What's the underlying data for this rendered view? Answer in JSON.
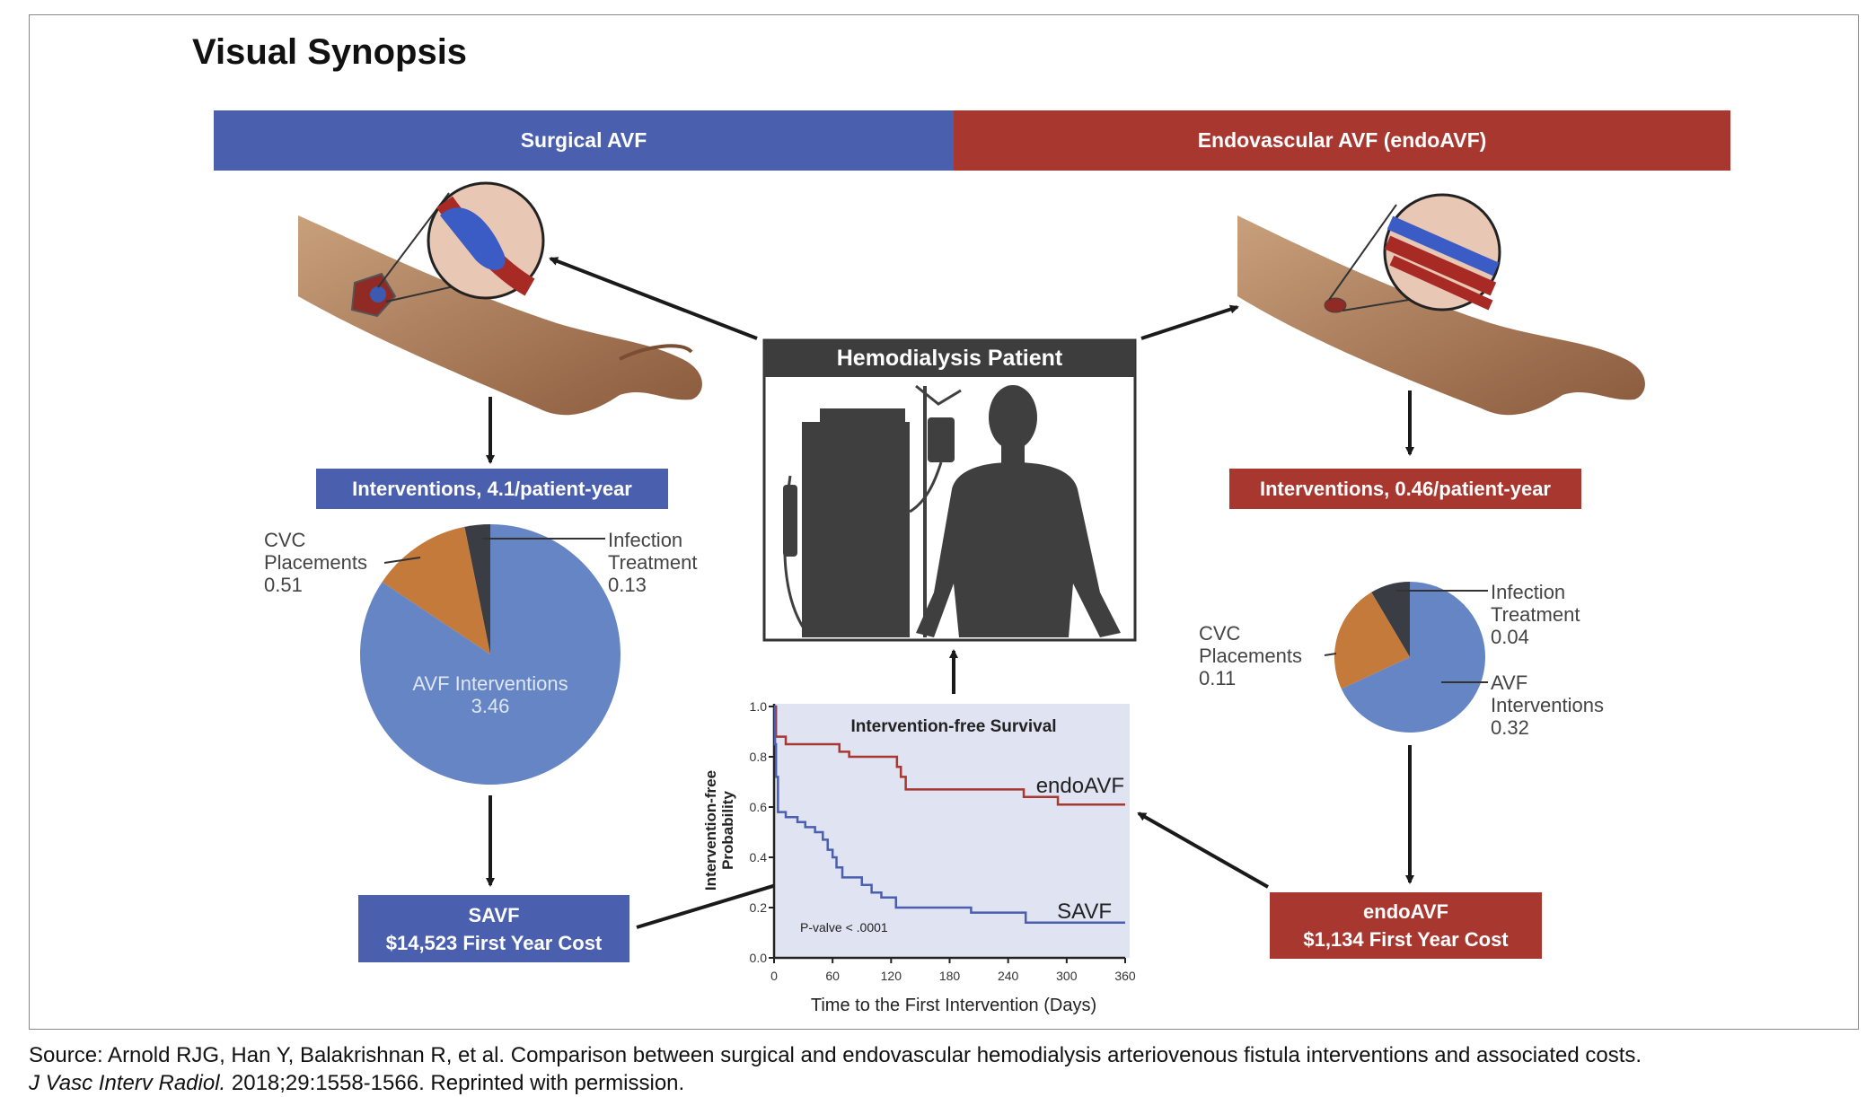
{
  "title": "Visual Synopsis",
  "header": {
    "left": "Surgical AVF",
    "right": "Endovascular AVF (endoAVF)"
  },
  "center": {
    "title": "Hemodialysis Patient"
  },
  "left": {
    "interventions": "Interventions, 4.1/patient-year",
    "cost_title": "SAVF",
    "cost": "$14,523 First Year Cost"
  },
  "right": {
    "interventions": "Interventions, 0.46/patient-year",
    "cost_title": "endoAVF",
    "cost": "$1,134 First Year Cost"
  },
  "colors": {
    "surgical": "#4a5fad",
    "endo": "#a8382f",
    "pie_avf": "#6585c4",
    "pie_cvc": "#c47a3a",
    "pie_infection": "#3a3d44",
    "km_bg": "#dfe3f2"
  },
  "chart_data": [
    {
      "type": "pie",
      "slices": [
        {
          "label_lines": [
            "Infection",
            "Treatment",
            "0.13"
          ],
          "value": 0.13
        },
        {
          "label_lines": [
            "CVC",
            "Placements",
            "0.51"
          ],
          "value": 0.51
        },
        {
          "label_lines": [
            "AVF Interventions",
            "3.46"
          ],
          "value": 3.46
        }
      ]
    },
    {
      "type": "pie",
      "slices": [
        {
          "label_lines": [
            "Infection",
            "Treatment",
            "0.04"
          ],
          "value": 0.04
        },
        {
          "label_lines": [
            "CVC",
            "Placements",
            "0.11"
          ],
          "value": 0.11
        },
        {
          "label_lines": [
            "AVF",
            "Interventions",
            "0.32"
          ],
          "value": 0.32
        }
      ]
    },
    {
      "type": "line",
      "title": "Intervention-free Survival",
      "xlabel": "Time to the First Intervention (Days)",
      "ylabel_lines": [
        "Intervention-free",
        "Probability"
      ],
      "xlim": [
        0,
        360
      ],
      "ylim": [
        0,
        1.0
      ],
      "xticks": [
        "0",
        "60",
        "120",
        "180",
        "240",
        "300",
        "360"
      ],
      "yticks": [
        "0.0",
        "0.2",
        "0.4",
        "0.6",
        "0.8",
        "1.0"
      ],
      "annotation": "P-valve < .0001",
      "series": [
        {
          "name": "endoAVF",
          "step": true,
          "points": [
            [
              0,
              1.0
            ],
            [
              2,
              0.88
            ],
            [
              12,
              0.85
            ],
            [
              67,
              0.82
            ],
            [
              77,
              0.8
            ],
            [
              126,
              0.76
            ],
            [
              130,
              0.72
            ],
            [
              135,
              0.67
            ],
            [
              256,
              0.64
            ],
            [
              291,
              0.61
            ],
            [
              360,
              0.61
            ]
          ]
        },
        {
          "name": "SAVF",
          "step": true,
          "points": [
            [
              0,
              1.0
            ],
            [
              1,
              0.85
            ],
            [
              2,
              0.72
            ],
            [
              4,
              0.58
            ],
            [
              12,
              0.56
            ],
            [
              24,
              0.54
            ],
            [
              32,
              0.52
            ],
            [
              42,
              0.5
            ],
            [
              50,
              0.47
            ],
            [
              55,
              0.43
            ],
            [
              60,
              0.4
            ],
            [
              64,
              0.36
            ],
            [
              70,
              0.32
            ],
            [
              90,
              0.29
            ],
            [
              100,
              0.26
            ],
            [
              110,
              0.24
            ],
            [
              125,
              0.2
            ],
            [
              202,
              0.18
            ],
            [
              258,
              0.14
            ],
            [
              360,
              0.14
            ]
          ]
        }
      ]
    }
  ],
  "source": {
    "line1": "Source: Arnold RJG, Han Y, Balakrishnan R, et al. Comparison between surgical and endovascular hemodialysis arteriovenous fistula interventions and associated costs.",
    "journal": "J Vasc Interv Radiol.",
    "citation": " 2018;29:1558-1566. Reprinted with permission."
  }
}
